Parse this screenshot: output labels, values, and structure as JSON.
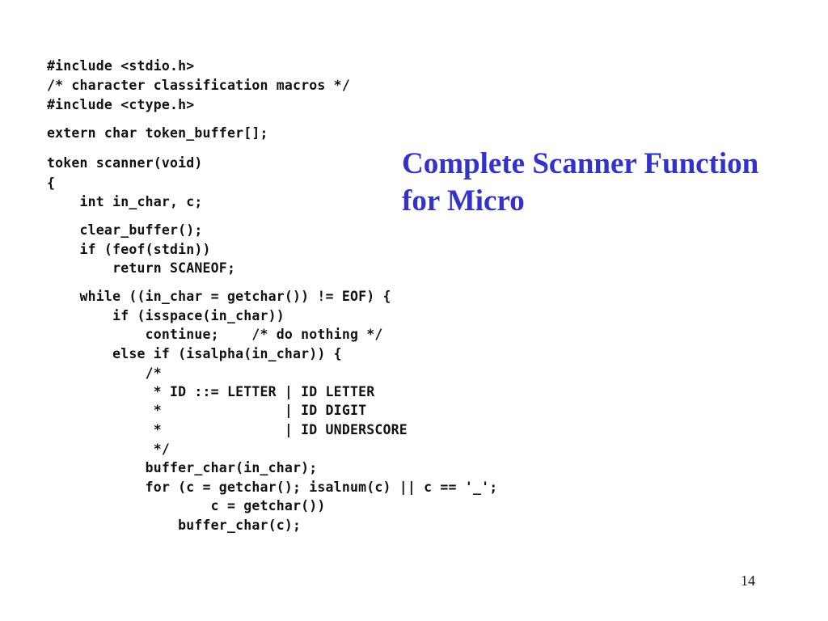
{
  "slide": {
    "title_lines": [
      "Complete Scanner Function",
      "for Micro"
    ],
    "page_number": "14"
  },
  "code": {
    "lines": [
      "#include <stdio.h>",
      "/* character classification macros */",
      "#include <ctype.h>",
      "extern char token_buffer[];",
      "token scanner(void)",
      "{",
      "    int in_char, c;",
      "    clear_buffer();",
      "    if (feof(stdin))",
      "        return SCANEOF;",
      "    while ((in_char = getchar()) != EOF) {",
      "        if (isspace(in_char))",
      "            continue;    /* do nothing */",
      "        else if (isalpha(in_char)) {",
      "            /*",
      "             * ID ::= LETTER | ID LETTER",
      "             *               | ID DIGIT",
      "             *               | ID UNDERSCORE",
      "             */",
      "            buffer_char(in_char);",
      "            for (c = getchar(); isalnum(c) || c == '_';",
      "                    c = getchar())",
      "                buffer_char(c);"
    ]
  }
}
